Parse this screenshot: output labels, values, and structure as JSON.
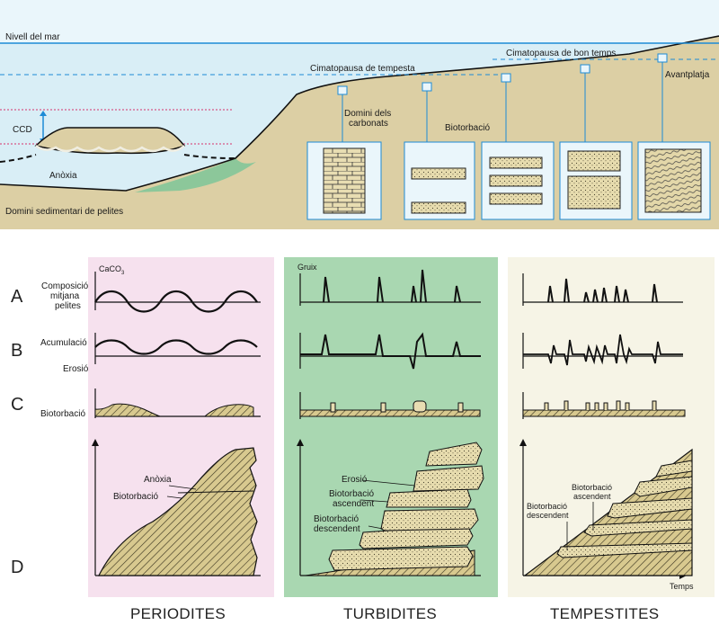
{
  "top": {
    "sea_level": "Nivell del mar",
    "storm_wave_base": "Cimatopausa de tempesta",
    "fair_weather_wave_base": "Cimatopausa de bon temps",
    "ccd": "CCD",
    "anoxia": "Anòxia",
    "pelite_domain": "Domini sedimentari de pelites",
    "carbonate_domain_l1": "Domini dels",
    "carbonate_domain_l2": "carbonats",
    "bioturbation": "Biotorbació",
    "foreshore": "Avantplatja"
  },
  "rows": [
    "A",
    "B",
    "C",
    "D"
  ],
  "periodites": {
    "title": "PERIODITES",
    "caco3": "CaCO",
    "caco3_sub": "3",
    "composition_l1": "Composició",
    "composition_l2": "mitjana",
    "composition_l3": "pelites",
    "accumulation": "Acumulació",
    "erosion": "Erosió",
    "bioturbation": "Biotorbació",
    "d_anoxia": "Anòxia",
    "d_bioturbation": "Biotorbació"
  },
  "turbidites": {
    "title": "TURBIDITES",
    "thickness": "Gruix",
    "erosion": "Erosió",
    "bio_asc_l1": "Biotorbació",
    "bio_asc_l2": "ascendent",
    "bio_desc_l1": "Biotorbació",
    "bio_desc_l2": "descendent"
  },
  "tempestites": {
    "title": "TEMPESTITES",
    "bio_asc_l1": "Biotorbació",
    "bio_asc_l2": "ascendent",
    "bio_desc_l1": "Biotorbació",
    "bio_desc_l2": "descendent",
    "time": "Temps"
  },
  "colors": {
    "sea": "#d9eef6",
    "sediment": "#dccfa4",
    "periodites_bg": "#f6e1ee",
    "turbidites_bg": "#a9d7b1",
    "tempestites_bg": "#f6f4e6",
    "sea_line": "#1d8bd6",
    "ccd_line": "#d6336c"
  }
}
